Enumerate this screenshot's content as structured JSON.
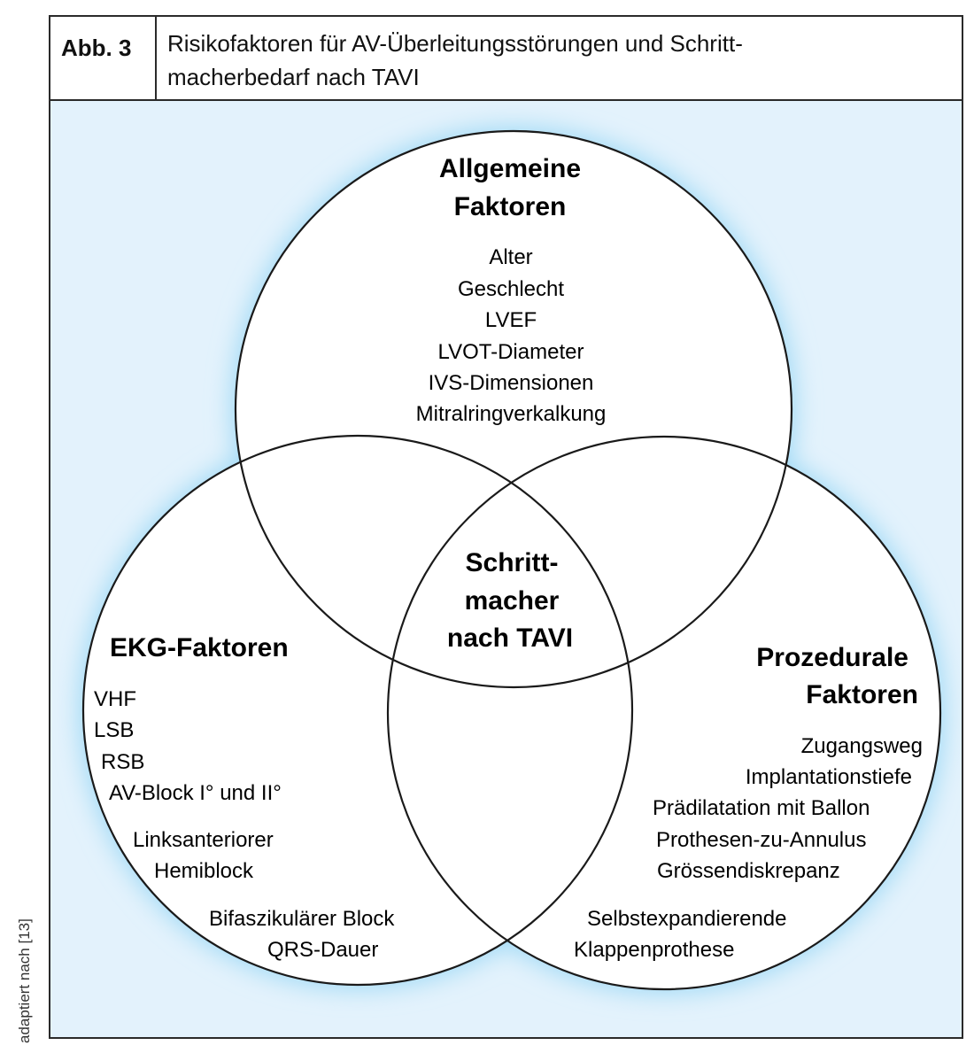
{
  "header": {
    "label": "Abb. 3",
    "title_line1": "Risikofaktoren für AV-Überleitungsstörungen und Schritt-",
    "title_line2": "macherbedarf nach TAVI"
  },
  "colors": {
    "panel_background": "#e3f2fc",
    "glow": "#9fd9f5",
    "circle_fill": "#ffffff",
    "stroke": "#1a1a1a"
  },
  "diagram": {
    "type": "venn-3",
    "circles": {
      "top": {
        "title_line1": "Allgemeine",
        "title_line2": "Faktoren",
        "items": [
          "Alter",
          "Geschlecht",
          "LVEF",
          "LVOT-Diameter",
          "IVS-Dimensionen",
          "Mitralringverkalkung"
        ]
      },
      "left": {
        "title": "EKG-Faktoren",
        "items": [
          "VHF",
          "LSB",
          "RSB",
          "AV-Block I° und II°",
          "Linksanteriorer",
          "Hemiblock",
          "Bifaszikulärer Block",
          "QRS-Dauer"
        ]
      },
      "right": {
        "title_line1": "Prozedurale",
        "title_line2": "Faktoren",
        "items": [
          "Zugangsweg",
          "Implantationstiefe",
          "Prädilatation mit Ballon",
          "Prothesen-zu-Annulus",
          "Grössendiskrepanz",
          "Selbstexpandierende",
          "Klappenprothese"
        ]
      }
    },
    "center": {
      "line1": "Schritt-",
      "line2": "macher",
      "line3": "nach TAVI"
    }
  },
  "source_note": "adaptiert nach [13]"
}
